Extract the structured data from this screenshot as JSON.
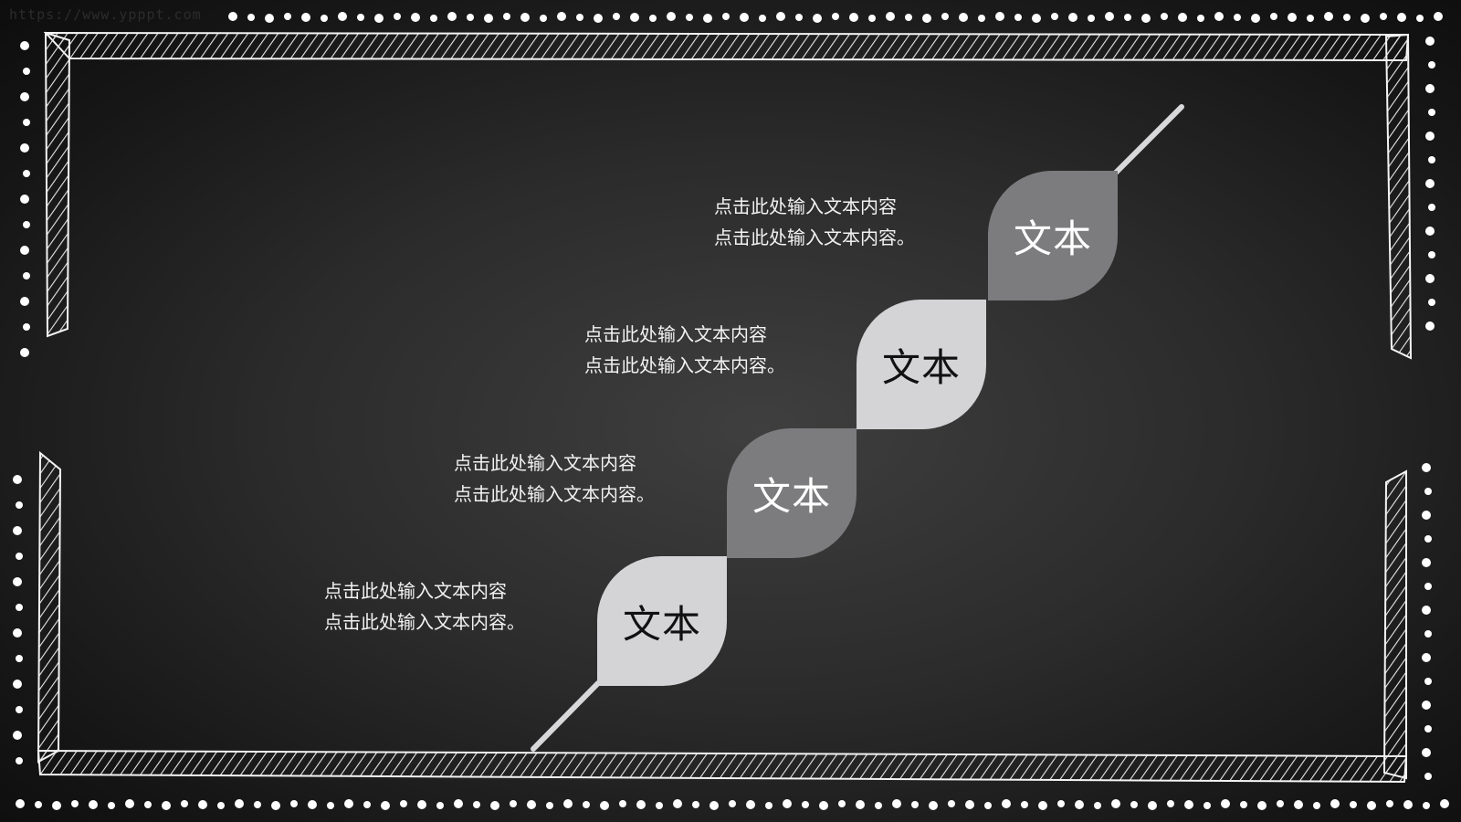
{
  "watermark": "https://www.ypppt.com",
  "steps": [
    {
      "label": "文本",
      "line1": "点击此处输入文本内容",
      "line2": "点击此处输入文本内容。"
    },
    {
      "label": "文本",
      "line1": "点击此处输入文本内容",
      "line2": "点击此处输入文本内容。"
    },
    {
      "label": "文本",
      "line1": "点击此处输入文本内容",
      "line2": "点击此处输入文本内容。"
    },
    {
      "label": "文本",
      "line1": "点击此处输入文本内容",
      "line2": "点击此处输入文本内容。"
    }
  ],
  "colors": {
    "background": "#2b2b2b",
    "petal_dark": "#7c7b7d",
    "petal_light": "#d4d3d6",
    "chalk": "#ffffff"
  }
}
